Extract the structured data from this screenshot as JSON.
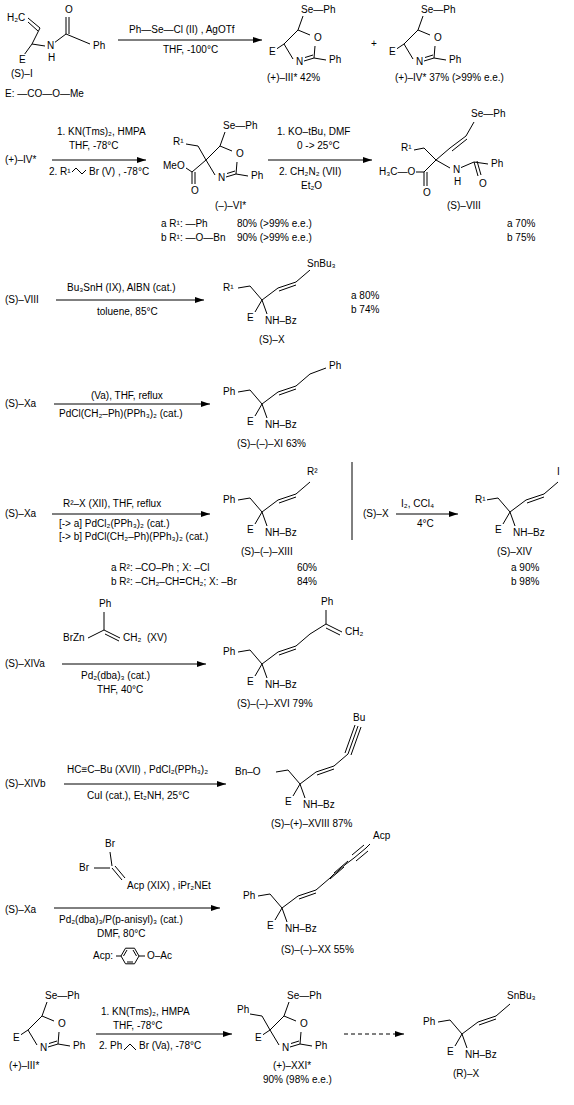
{
  "diagram": {
    "labels": [
      "H₂C",
      "O",
      "N",
      "H",
      "Ph",
      "E",
      "(S)–I",
      "E: —CO—O—Me",
      "Ph—Se—Cl (II) , AgOTf",
      "THF, -100°C",
      "Se—Ph",
      "O",
      "N",
      "Ph",
      "E",
      "(+)–III* 42%",
      "+",
      "Se—Ph",
      "O",
      "N",
      "Ph",
      "E",
      "(+)–IV* 37% (>99% e.e.)",
      "(+)–IV*",
      "1. KN(Tms)₂, HMPA",
      "THF, -78°C",
      "2. R¹",
      "Br (V) , -78°C",
      "Se—Ph",
      "R¹",
      "O",
      "N",
      "Ph",
      "MeO",
      "O",
      "(–)–VI*",
      "a R¹: —Ph",
      "80% (>99% e.e.)",
      "b R¹: —O—Bn",
      "90% (>99% e.e.)",
      "1. KO–tBu, DMF",
      "0 -> 25°C",
      "2. CH₂N₂ (VII)",
      "Et₂O",
      "Se—Ph",
      "R¹",
      "H₃C—O",
      "O",
      "N",
      "H",
      "O",
      "Ph",
      "(S)–VIII",
      "a 70%",
      "b 75%",
      "(S)–VIII",
      "Bu₃SnH (IX), AIBN (cat.)",
      "toluene, 85°C",
      "R¹",
      "E",
      "NH–Bz",
      "SnBu₃",
      "(S)–X",
      "a 80%",
      "b 74%",
      "(S)–Xa",
      "(Va), THF, reflux",
      "PdCl(CH₂–Ph)(PPh₃)₂ (cat.)",
      "Ph",
      "E",
      "NH–Bz",
      "Ph",
      "(S)–(–)–XI 63%",
      "(S)–Xa",
      "R²–X (XII), THF, reflux",
      "[-> a] PdCl₂(PPh₃)₂ (cat.)",
      "[-> b] PdCl(CH₂–Ph)(PPh₃)₂ (cat.)",
      "Ph",
      "E",
      "NH–Bz",
      "R²",
      "(S)–(–)–XIII",
      "a R²: –CO–Ph ; X: –Cl",
      "60%",
      "b R²: –CH₂–CH=CH₂; X: –Br",
      "84%",
      "(S)–X",
      "I₂, CCl₄",
      "4°C",
      "R¹",
      "E",
      "NH–Bz",
      "I",
      "(S)–XIV",
      "a 90%",
      "b 98%",
      "(S)–XIVa",
      "Ph",
      "BrZn",
      "CH₂",
      "(XV)",
      "Pd₂(dba)₃ (cat.)",
      "THF, 40°C",
      "Ph",
      "E",
      "NH–Bz",
      "Ph",
      "CH₂",
      "(S)–(–)–XVI 79%",
      "(S)–XIVb",
      "HC≡C–Bu (XVII) , PdCl₂(PPh₃)₂",
      "CuI (cat.), Et₂NH, 25°C",
      "Bn–O",
      "E",
      "NH–Bz",
      "Bu",
      "(S)–(+)–XVIII 87%",
      "(S)–Xa",
      "Br",
      "Br",
      "Acp (XIX) , iPr₂NEt",
      "Pd₂(dba)₃/P(p-anisyl)₃ (cat.)",
      "DMF, 80°C",
      "Acp:",
      "O–Ac",
      "Ph",
      "E",
      "NH–Bz",
      "Acp",
      "(S)–(–)–XX 55%",
      "Se—Ph",
      "O",
      "N",
      "Ph",
      "E",
      "(+)–III*",
      "1. KN(Tms)₂, HMPA",
      "THF, -78°C",
      "2. Ph",
      "Br (Va), -78°C",
      "Se—Ph",
      "Ph",
      "O",
      "N",
      "Ph",
      "E",
      "(+)–XXI*",
      "90% (98% e.e.)",
      "Ph",
      "E",
      "NH–Bz",
      "SnBu₃",
      "(R)–X"
    ]
  }
}
